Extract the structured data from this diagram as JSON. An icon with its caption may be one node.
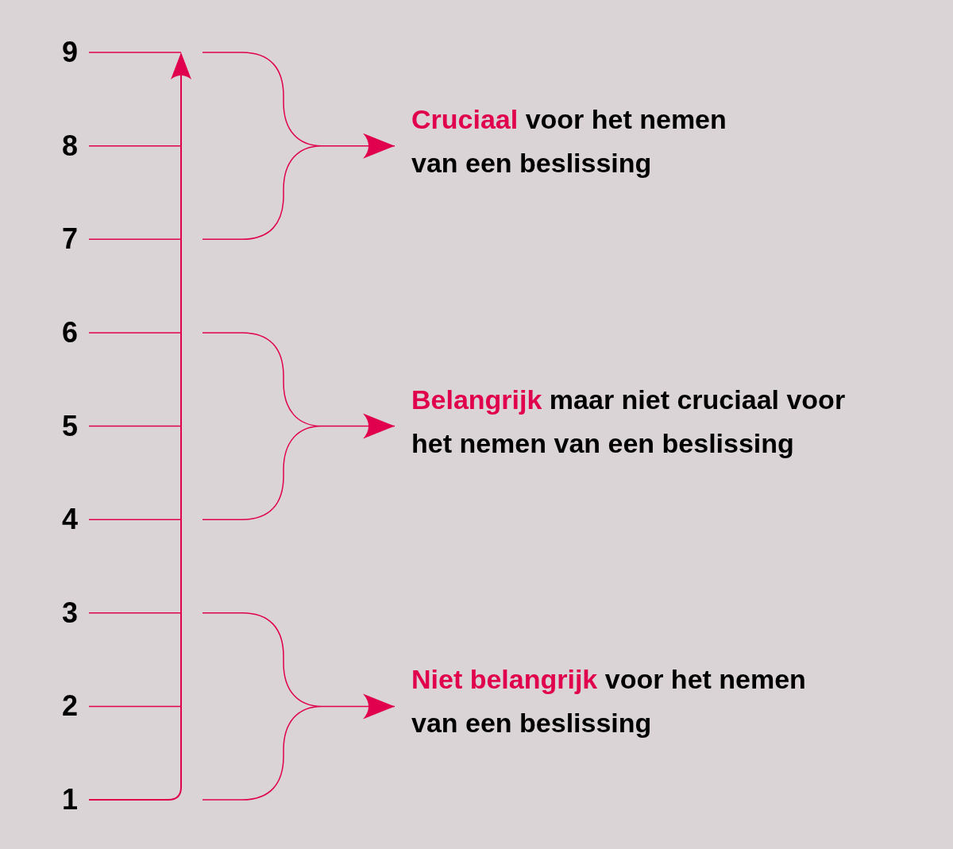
{
  "diagram": {
    "nodes": [
      {
        "text": [
          "Cruciaal",
          "voor het nemen van een beslissing"
        ]
      },
      {
        "text": [
          "Belangrijk",
          "maar niet cruciaal voor het nemen van een beslissing"
        ]
      },
      {
        "text": [
          "Niet belangrijk",
          "voor het nemen van een beslissing"
        ]
      },
      {
        "text": [],
        "shape": "bracket"
      },
      {
        "text": [],
        "shape": "bracket"
      },
      {
        "text": [],
        "shape": "bracket"
      }
    ],
    "edges": [
      {
        "from": 3,
        "to": 0,
        "arrow": "to"
      },
      {
        "from": 4,
        "to": 1,
        "arrow": "to"
      },
      {
        "from": 5,
        "to": 2,
        "arrow": "to"
      }
    ],
    "labels": [
      "9",
      "8",
      "7",
      "6",
      "5",
      "4",
      "3",
      "2",
      "1"
    ]
  }
}
